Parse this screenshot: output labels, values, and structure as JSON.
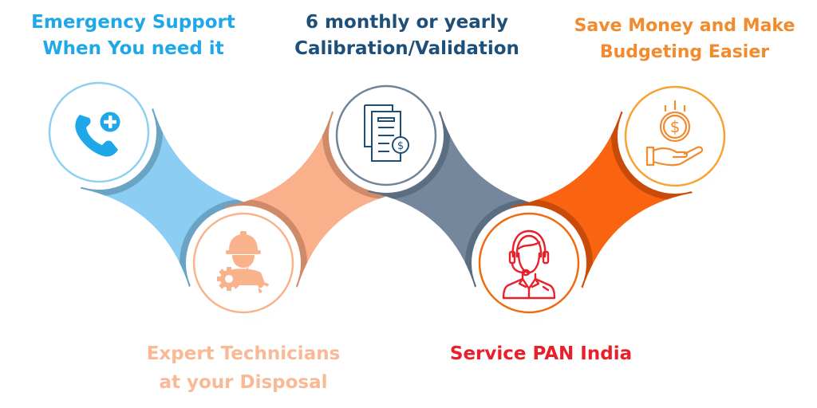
{
  "diagram": {
    "steps": [
      {
        "id": "emergency",
        "title_line1": "Emergency Support",
        "title_line2": "When You need it",
        "icon": "phone-plus-icon",
        "color": "#1fa8e8",
        "ring_color": "#8fd0f2"
      },
      {
        "id": "technicians",
        "title_line1": "Expert Technicians",
        "title_line2": "at your Disposal",
        "icon": "technician-tools-icon",
        "color": "#f9b38c",
        "ring_color": "#f9b38c"
      },
      {
        "id": "calibration",
        "title_line1": "6 monthly or yearly",
        "title_line2": "Calibration/Validation",
        "icon": "documents-dollar-icon",
        "color": "#1c4f7a",
        "ring_color": "#6e8499"
      },
      {
        "id": "pan-india",
        "title_line1": "Service PAN India",
        "title_line2": "",
        "icon": "support-agent-icon",
        "color": "#e8202a",
        "ring_color": "#f06a10"
      },
      {
        "id": "save-money",
        "title_line1": "Save Money and Make",
        "title_line2": "Budgeting Easier",
        "icon": "hand-coin-icon",
        "color": "#f28a2e",
        "ring_color": "#f7a233"
      }
    ],
    "connectors": [
      {
        "from": "emergency",
        "to": "technicians",
        "color": "#8ccdf3",
        "shade": "#6aa3c4"
      },
      {
        "from": "technicians",
        "to": "calibration",
        "color": "#f9b08b",
        "shade": "#cf8a6a"
      },
      {
        "from": "calibration",
        "to": "pan-india",
        "color": "#74879d",
        "shade": "#5b6d80"
      },
      {
        "from": "pan-india",
        "to": "save-money",
        "color": "#fa6410",
        "shade": "#c84b0a"
      }
    ]
  }
}
